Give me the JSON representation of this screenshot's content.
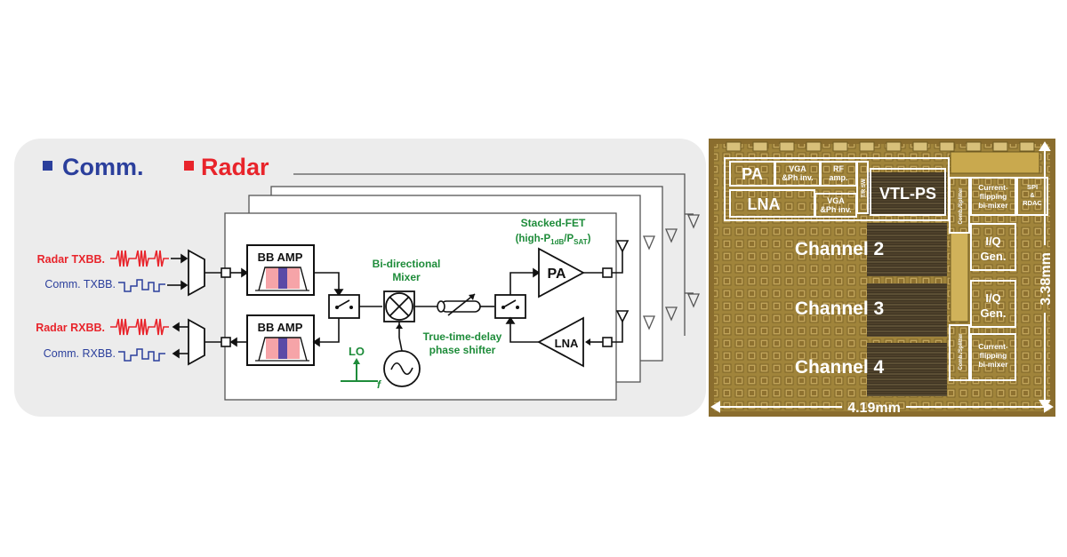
{
  "legend": {
    "comm": {
      "label": "Comm.",
      "color": "#2b3f9c"
    },
    "radar": {
      "label": "Radar",
      "color": "#e8242b"
    }
  },
  "inputs": {
    "radar_tx": "Radar TXBB.",
    "comm_tx": "Comm. TXBB.",
    "radar_rx": "Radar RXBB.",
    "comm_rx": "Comm. RXBB."
  },
  "blocks": {
    "bb_amp_top": "BB AMP",
    "bb_amp_bottom": "BB AMP",
    "mixer_line1": "Bi-directional",
    "mixer_line2": "Mixer",
    "stacked_line1": "Stacked-FET",
    "stacked_line2_prefix": "(high-P",
    "stacked_sub1": "1dB",
    "stacked_mid": "/P",
    "stacked_sub2": "SAT",
    "stacked_suffix": ")",
    "pa": "PA",
    "lna": "LNA",
    "lo": "LO",
    "f": "f",
    "ttd_line1": "True-time-delay",
    "ttd_line2": "phase shifter"
  },
  "die": {
    "pa": "PA",
    "vga1_line1": "VGA",
    "vga1_line2": "&Ph inv.",
    "rf_line1": "RF",
    "rf_line2": "amp.",
    "trsw": "T/R SW",
    "vtl_ps": "VTL-PS",
    "lna": "LNA",
    "vga2_line1": "VGA",
    "vga2_line2": "&Ph inv.",
    "comb1": "Comb./Splitter",
    "comb2": "Comb./Splitter",
    "cf1_line1": "Current-",
    "cf1_line2": "flipping",
    "cf1_line3": "bi-mixer",
    "spi_line1": "SPI",
    "spi_line2": "&",
    "spi_line3": "RDAC",
    "iq1_line1": "I/Q",
    "iq1_line2": "Gen.",
    "iq2_line1": "I/Q",
    "iq2_line2": "Gen.",
    "cf2_line1": "Current-",
    "cf2_line2": "flipping",
    "cf2_line3": "bi-mixer",
    "ch2": "Channel 2",
    "ch3": "Channel 3",
    "ch4": "Channel 4",
    "width": "4.19mm",
    "height": "3.38mm"
  },
  "colors": {
    "green": "#1e8c3a",
    "blue": "#2b3f9c",
    "red": "#e8242b",
    "panel": "#ececec"
  }
}
